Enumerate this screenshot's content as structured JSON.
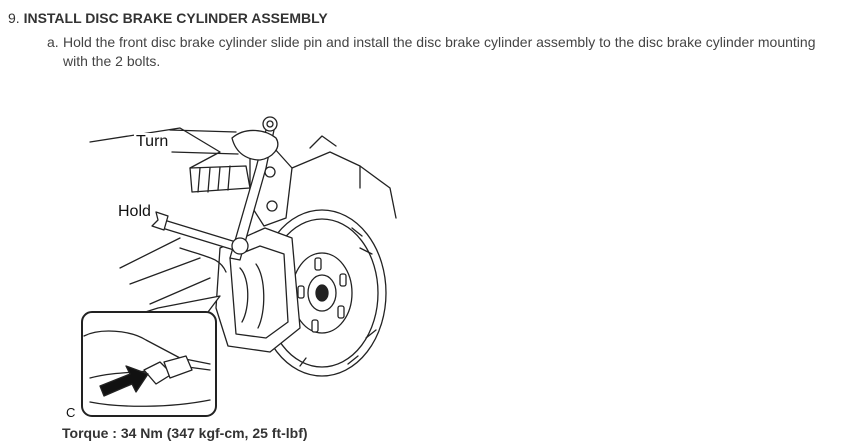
{
  "step": {
    "number": "9.",
    "title": "INSTALL DISC BRAKE CYLINDER ASSEMBLY"
  },
  "substep": {
    "letter": "a.",
    "line1": "Hold the front disc brake cylinder slide pin and install the disc brake cylinder assembly to the disc brake cylinder mounting",
    "line2": "with the 2 bolts."
  },
  "figure": {
    "label_turn": "Turn",
    "label_hold": "Hold",
    "code": "C",
    "icon": "disc-brake-illustration"
  },
  "torque": "Torque : 34 Nm (347 kgf-cm, 25 ft-lbf)"
}
